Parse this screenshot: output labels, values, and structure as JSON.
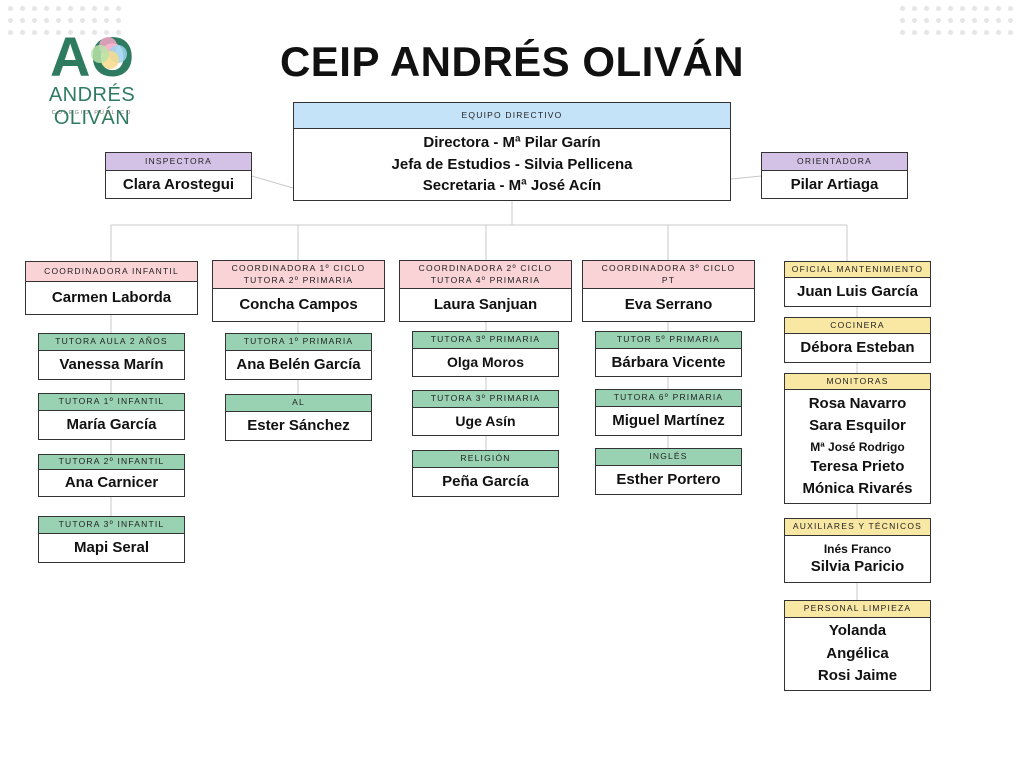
{
  "title": "CEIP ANDRÉS OLIVÁN",
  "logo": {
    "initials": "AO",
    "name": "ANDRÉS OLIVÁN",
    "subtitle": "COLEGIO PÚBLICO"
  },
  "equipo": {
    "header": "EQUIPO DIRECTIVO",
    "lines": [
      "Directora - Mª Pilar Garín",
      "Jefa de Estudios - Silvia Pellicena",
      "Secretaria - Mª José Acín"
    ]
  },
  "inspectora": {
    "header": "INSPECTORA",
    "name": "Clara Arostegui"
  },
  "orientadora": {
    "header": "ORIENTADORA",
    "name": "Pilar Artiaga"
  },
  "infantil": {
    "coord": {
      "header": "COORDINADORA INFANTIL",
      "name": "Carmen Laborda"
    },
    "t1": {
      "header": "TUTORA AULA 2 AÑOS",
      "name": "Vanessa Marín"
    },
    "t2": {
      "header": "TUTORA 1º INFANTIL",
      "name": "María García"
    },
    "t3": {
      "header": "TUTORA 2º INFANTIL",
      "name": "Ana Carnicer"
    },
    "t4": {
      "header": "TUTORA 3º INFANTIL",
      "name": "Mapi Seral"
    }
  },
  "ciclo1": {
    "coord": {
      "header1": "COORDINADORA 1º CICLO",
      "header2": "TUTORA 2º PRIMARIA",
      "name": "Concha Campos"
    },
    "t1": {
      "header": "TUTORA 1º PRIMARIA",
      "name": "Ana Belén García"
    },
    "t2": {
      "header": "AL",
      "name": "Ester Sánchez"
    }
  },
  "ciclo2": {
    "coord": {
      "header1": "COORDINADORA 2º CICLO",
      "header2": "TUTORA 4º PRIMARIA",
      "name": "Laura Sanjuan"
    },
    "t1": {
      "header": "TUTORA 3º PRIMARIA",
      "name": "Olga Moros"
    },
    "t2": {
      "header": "TUTORA 3º PRIMARIA",
      "name": "Uge Asín"
    },
    "t3": {
      "header": "RELIGIÓN",
      "name": "Peña García"
    }
  },
  "ciclo3": {
    "coord": {
      "header1": "COORDINADORA 3º CICLO",
      "header2": "PT",
      "name": "Eva Serrano"
    },
    "t1": {
      "header": "TUTOR 5º PRIMARIA",
      "name": "Bárbara Vicente"
    },
    "t2": {
      "header": "TUTORA 6º PRIMARIA",
      "name": "Miguel Martínez"
    },
    "t3": {
      "header": "INGLÉS",
      "name": "Esther Portero"
    }
  },
  "servicios": {
    "mantenimiento": {
      "header": "OFICIAL MANTENIMIENTO",
      "name": "Juan Luis García"
    },
    "cocinera": {
      "header": "COCINERA",
      "name": "Débora Esteban"
    },
    "monitoras": {
      "header": "MONITORAS",
      "names": [
        "Rosa Navarro",
        "Sara Esquilor",
        "Mª José Rodrigo",
        "Teresa Prieto",
        "Mónica Rivarés"
      ]
    },
    "auxiliares": {
      "header": "AUXILIARES Y TÉCNICOS",
      "names": [
        "Inés Franco",
        "Silvia Paricio"
      ]
    },
    "limpieza": {
      "header": "PERSONAL LIMPIEZA",
      "names": [
        "Yolanda",
        "Angélica",
        "Rosi Jaime"
      ]
    }
  },
  "colors": {
    "directivo": "#c4e3f9",
    "inspectora": "#d4c2e6",
    "coordinadoras": "#f9d3d5",
    "tutoras": "#99d2b3",
    "servicios": "#f9e7a4"
  }
}
